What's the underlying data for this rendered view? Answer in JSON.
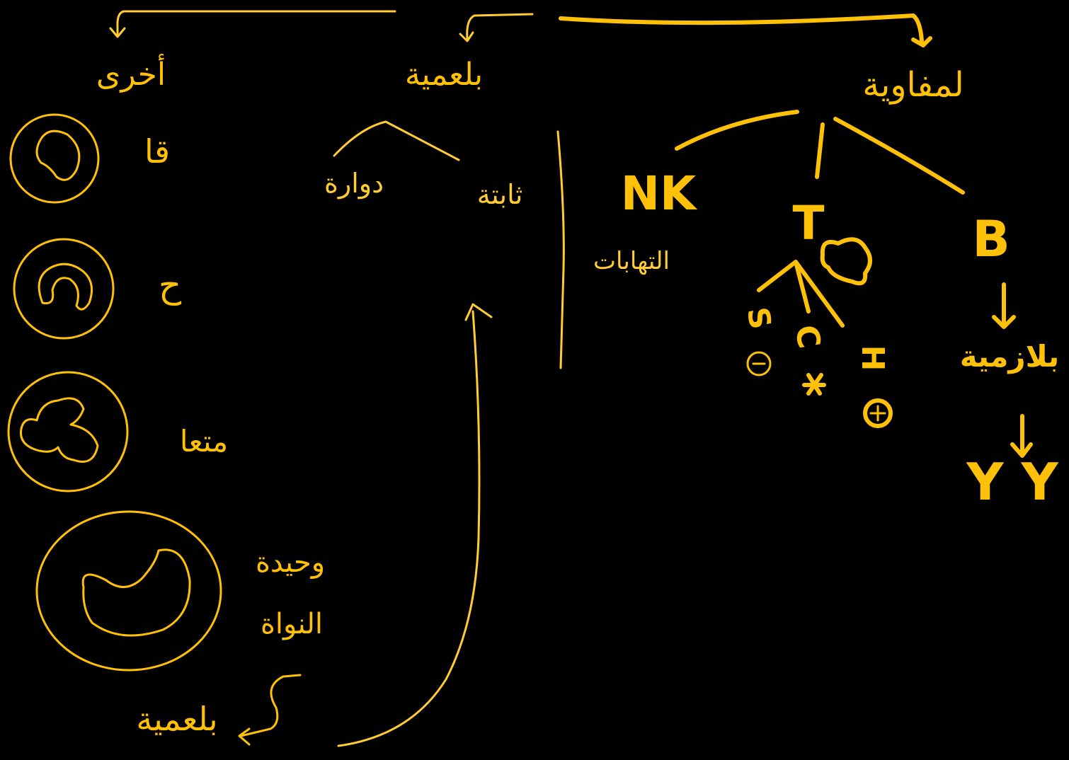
{
  "colors": {
    "background": "#000000",
    "ink": "#FFC107",
    "ink_thin": "#FFCC33"
  },
  "labels": {
    "other": "أخرى",
    "phagocytes": "بلعمية",
    "immune": "لمفاوية",
    "fixed": "ثابتة",
    "circulating": "دوارة",
    "nk": "NK",
    "nk_note": "التهابات",
    "t": "T",
    "b": "B",
    "t_subtypes": [
      "S",
      "C",
      "H"
    ],
    "plasma": "بلازمية",
    "plasma_y": "Y Y",
    "basophil": "قا",
    "eosinophil": "ح",
    "neutrophil": "متعا",
    "monocyte_1": "وحيدة",
    "monocyte_2": "النواة",
    "to_phagocytic": "بلعمية"
  }
}
